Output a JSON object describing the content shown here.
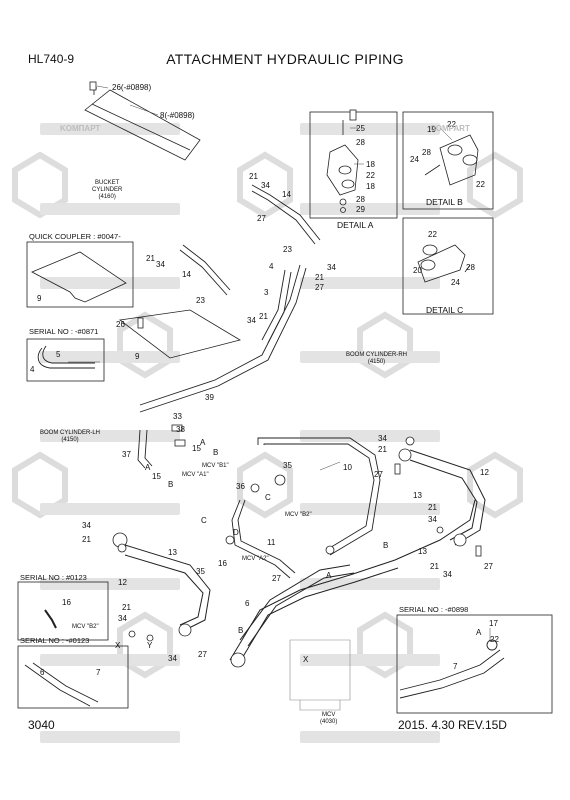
{
  "header": {
    "model": "HL740-9",
    "title": "ATTACHMENT HYDRAULIC PIPING"
  },
  "footer": {
    "page_number": "3040",
    "revision": "2015. 4.30  REV.15D"
  },
  "callouts": {
    "part26_note": "26(-#0898)",
    "part8_note": "8(-#0898)",
    "bucket_cylinder": "BUCKET\nCYLINDER\n(4160)",
    "quick_coupler": "QUICK COUPLER : #0047-",
    "serial_0871": "SERIAL NO : -#0871",
    "boom_rh": "BOOM CYLINDER-RH\n(4150)",
    "boom_lh": "BOOM CYLINDER-LH\n(4150)",
    "serial_0123_a": "SERIAL NO : #0123",
    "serial_0123_b": "SERIAL NO : -#0123",
    "serial_0898": "SERIAL NO : -#0898",
    "mcv": "MCV\n(4030)",
    "mcv_b1": "MCV \"B1\"",
    "mcv_a1": "MCV \"A1\"",
    "mcv_b2": "MCV \"B2\"",
    "mcv_a2": "MCV \"A2\"",
    "mcv_b2_inset": "MCV \"B2\""
  },
  "details": {
    "a": "DETAIL A",
    "b": "DETAIL B",
    "c": "DETAIL C"
  },
  "part_numbers": {
    "n26": "26",
    "n8": "8",
    "n25": "25",
    "n28a": "28",
    "n18a": "18",
    "n22a": "22",
    "n18b": "18",
    "n28b": "28",
    "n29": "29",
    "n19": "19",
    "n22b": "22",
    "n24a": "24",
    "n28c": "28",
    "n22c": "22",
    "n21a": "21",
    "n34a": "34",
    "n14a": "14",
    "n27a": "27",
    "n21b": "21",
    "n34b": "34",
    "n14b": "14",
    "n9a": "9",
    "n23a": "23",
    "n4a": "4",
    "n3a": "3",
    "n34c": "34",
    "n23b": "23",
    "n21c": "21",
    "n27b": "27",
    "n22d": "22",
    "n20": "20",
    "n28d": "28",
    "n24b": "24",
    "n26b": "26",
    "n9b": "9",
    "n34d": "34",
    "n21d": "21",
    "n5": "5",
    "n4b": "4",
    "n39": "39",
    "n33": "33",
    "n38": "38",
    "n15a": "15",
    "n37": "37",
    "n15b": "15",
    "nA1": "A",
    "nB1": "B",
    "nA2": "A",
    "nB2": "B",
    "n10": "10",
    "n35a": "35",
    "n36": "36",
    "nC1": "C",
    "n11": "11",
    "n34e": "34",
    "n21e": "21",
    "n27c": "27",
    "n13a": "13",
    "n12a": "12",
    "n34f": "34",
    "n21f": "21",
    "n13b": "13",
    "n34g": "34",
    "n21g": "21",
    "n27d": "27",
    "n34h": "34",
    "n21h": "21",
    "n13c": "13",
    "n12b": "12",
    "nC2": "C",
    "nD1": "D",
    "n35b": "35",
    "n16a": "16",
    "n27e": "27",
    "n16b": "16",
    "n6a": "6",
    "n34i": "34",
    "n21i": "21",
    "nX": "X",
    "nY": "Y",
    "n34j": "34",
    "n27f": "27",
    "nB3": "B",
    "n6b": "6",
    "n7a": "7",
    "n7b": "7",
    "n17": "17",
    "nA3": "A",
    "n22e": "22",
    "nA4": "A",
    "nB4": "B",
    "nX2": "X"
  },
  "watermark": {
    "brand_a": "KOMПАРТ",
    "brand_b": "COMPART"
  }
}
